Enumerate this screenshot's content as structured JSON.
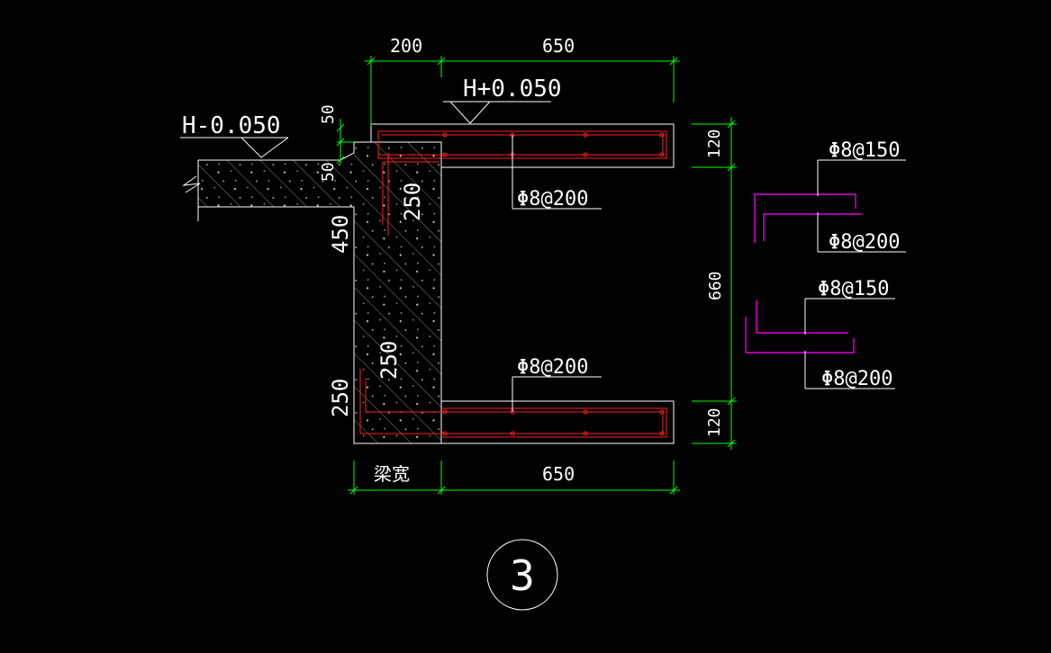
{
  "drawing": {
    "detail_number": "3",
    "colors": {
      "background": "#000000",
      "outline": "#ffffff",
      "dimension": "#00ff00",
      "rebar": "#ff2020",
      "rebar_detail": "#e000e0"
    },
    "levels": {
      "left": "H-0.050",
      "right": "H+0.050"
    },
    "dimensions": {
      "top_left": "200",
      "top_right": "650",
      "bottom_left": "梁宽",
      "bottom_right": "650",
      "right_top": "120",
      "right_middle": "660",
      "right_bottom": "120",
      "left_50_upper": "50",
      "left_50_lower": "50",
      "left_450": "450",
      "left_250": "250",
      "inner_250_upper": "250",
      "inner_250_lower": "250"
    },
    "rebar_labels": {
      "top_slab": "Φ8@200",
      "bottom_slab": "Φ8@200",
      "detail_1_upper": "Φ8@150",
      "detail_1_lower": "Φ8@200",
      "detail_2_upper": "Φ8@150",
      "detail_2_lower": "Φ8@200"
    }
  }
}
